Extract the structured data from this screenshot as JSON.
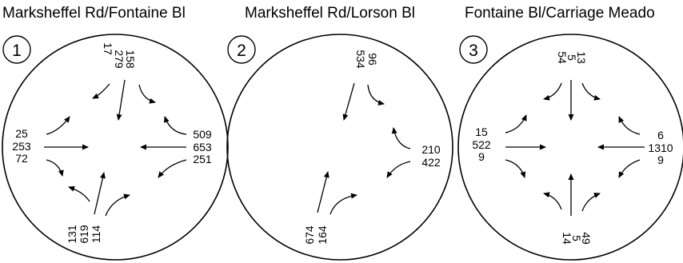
{
  "intersections": [
    {
      "number": "1",
      "title": "Marksheffel Rd/Fontaine Bl",
      "north": [
        "17",
        "279",
        "158"
      ],
      "west": [
        "25",
        "253",
        "72"
      ],
      "east": [
        "509",
        "653",
        "251"
      ],
      "south": [
        "131",
        "619",
        "114"
      ]
    },
    {
      "number": "2",
      "title": "Marksheffel Rd/Lorson Bl",
      "north": [
        "534",
        "96"
      ],
      "east": [
        "210",
        "422"
      ],
      "south": [
        "674",
        "164"
      ]
    },
    {
      "number": "3",
      "title": "Fontaine Bl/Carriage Meado",
      "north": [
        "13",
        "5",
        "54"
      ],
      "west": [
        "15",
        "522",
        "9"
      ],
      "east": [
        "6",
        "1310",
        "9"
      ],
      "south": [
        "14",
        "5",
        "49"
      ]
    }
  ]
}
